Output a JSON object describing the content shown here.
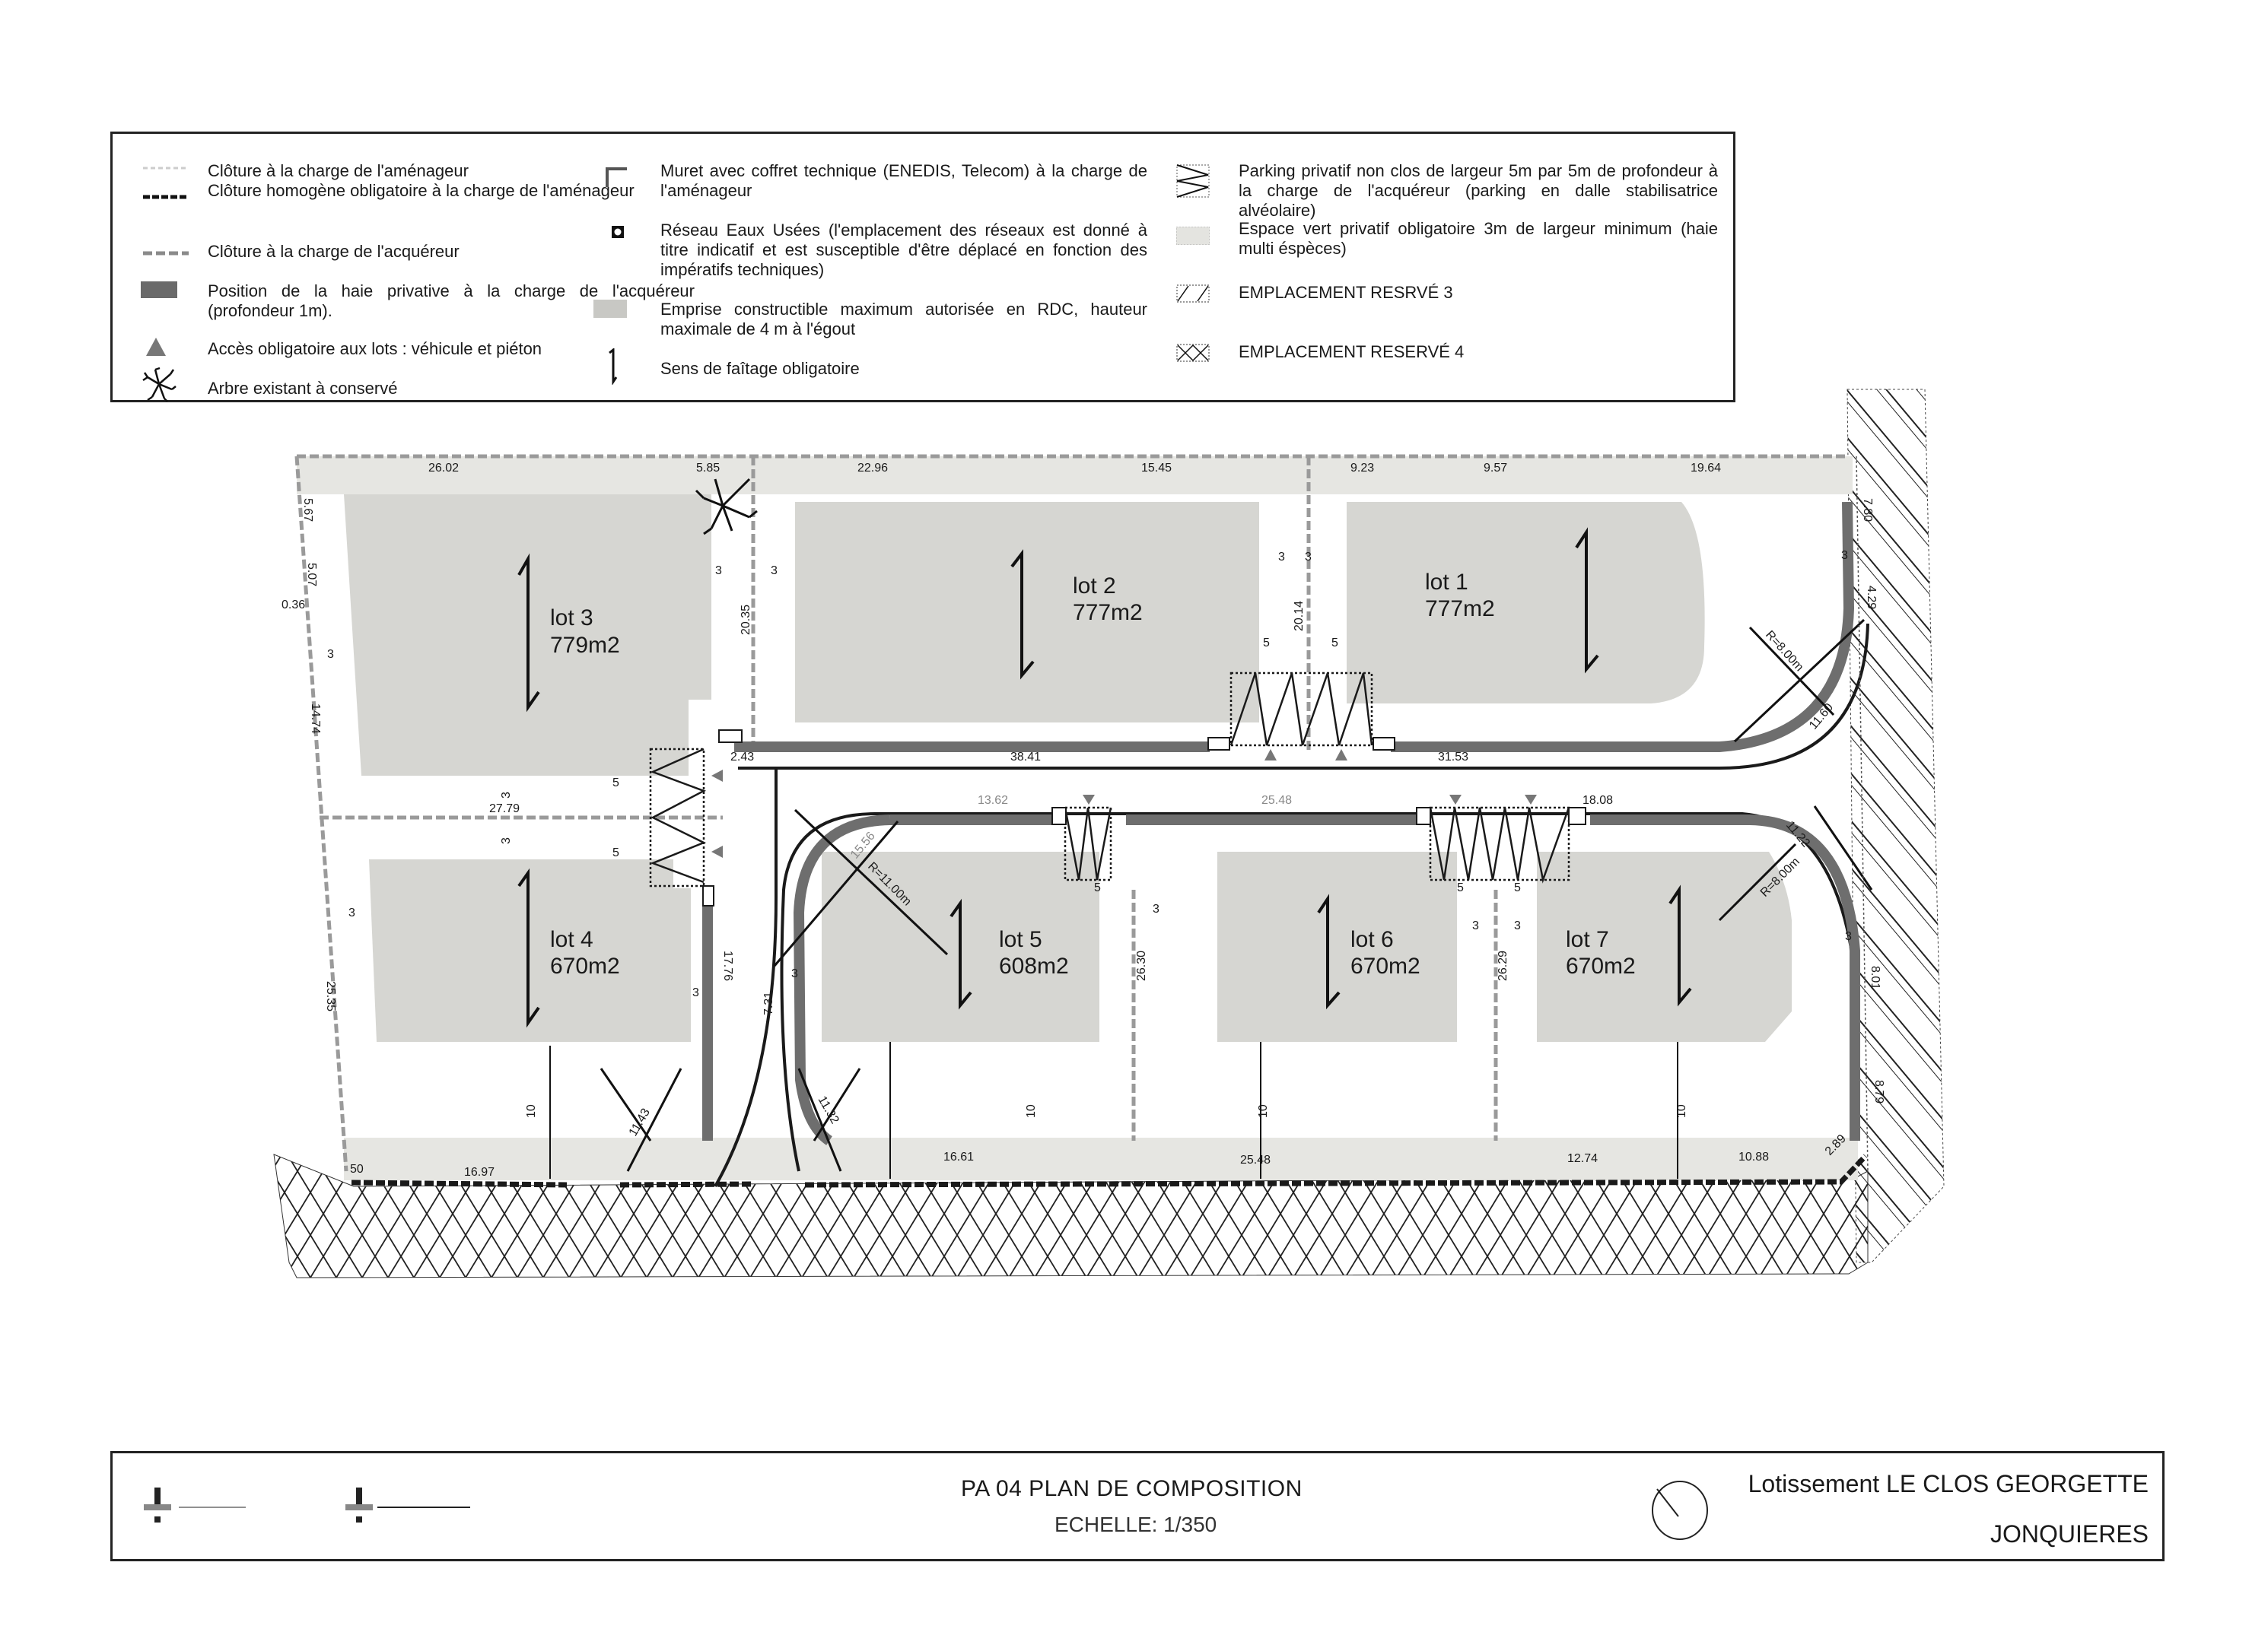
{
  "legend": {
    "items": [
      {
        "id": "cloture-amenageur",
        "symbol": "light-dashed-line-icon",
        "label": "Clôture à la charge de l'aménageur"
      },
      {
        "id": "cloture-homogene",
        "symbol": "black-dashed-line-icon",
        "label": "Clôture homogène obligatoire à la charge de l'aménageur"
      },
      {
        "id": "cloture-acquereur",
        "symbol": "grey-dashed-line-icon",
        "label": "Clôture  à la charge de l'acquéreur"
      },
      {
        "id": "haie-privative",
        "symbol": "dark-hatched-bar-icon",
        "label": "Position de la haie privative à la charge de l'acquéreur (profondeur 1m)."
      },
      {
        "id": "acces-lots",
        "symbol": "triangle-icon",
        "label": "Accès obligatoire aux lots : véhicule et piéton"
      },
      {
        "id": "arbre",
        "symbol": "tree-icon",
        "label": "Arbre existant à conservé"
      },
      {
        "id": "muret",
        "symbol": "corner-wall-icon",
        "label": "Muret avec coffret technique (ENEDIS, Telecom) à la charge de l'aménageur"
      },
      {
        "id": "eaux-usees",
        "symbol": "sewer-square-icon",
        "label": "Réseau Eaux Usées (l'emplacement des réseaux est donné à titre indicatif et est susceptible d'être déplacé en fonction des impératifs techniques)"
      },
      {
        "id": "emprise",
        "symbol": "grey-fill-box-icon",
        "label": "Emprise constructible maximum autorisée en RDC, hauteur maximale de 4 m à l'égout"
      },
      {
        "id": "faitage",
        "symbol": "ridge-direction-icon",
        "label": "Sens de faîtage obligatoire"
      },
      {
        "id": "parking",
        "symbol": "zigzag-parking-icon",
        "label": "Parking privatif non clos de largeur 5m par 5m de profondeur à la charge de l'acquéreur (parking en dalle stabilisatrice alvéolaire)"
      },
      {
        "id": "espace-vert",
        "symbol": "light-stipple-box-icon",
        "label": "Espace vert privatif obligatoire 3m de largeur minimum (haie multi éspèces)"
      },
      {
        "id": "er3",
        "symbol": "diagonal-hatch-box-icon",
        "label": "EMPLACEMENT RESRVÉ 3"
      },
      {
        "id": "er4",
        "symbol": "cross-hatch-box-icon",
        "label": "EMPLACEMENT RESERVÉ 4"
      }
    ]
  },
  "lots": [
    {
      "name": "lot 1",
      "area": "777m2"
    },
    {
      "name": "lot 2",
      "area": "777m2"
    },
    {
      "name": "lot 3",
      "area": "779m2"
    },
    {
      "name": "lot 4",
      "area": "670m2"
    },
    {
      "name": "lot 5",
      "area": "608m2"
    },
    {
      "name": "lot 6",
      "area": "670m2"
    },
    {
      "name": "lot 7",
      "area": "670m2"
    }
  ],
  "dimensions": {
    "top": [
      "26.02",
      "5.85",
      "22.96",
      "15.45",
      "9.23",
      "9.57",
      "19.64"
    ],
    "left": [
      "5.67",
      "5.07",
      "0.36",
      "14.74",
      "25.35"
    ],
    "right": [
      "7.80",
      "4.29",
      "8.01",
      "8.79"
    ],
    "bottom": [
      "50",
      "16.97",
      "16.61",
      "25.48",
      "12.74",
      "10.88",
      "2.89"
    ],
    "road": [
      "2.43",
      "38.41",
      "31.53",
      "27.79",
      "13.62",
      "25.48",
      "18.08",
      "17.76",
      "7.31",
      "26.30",
      "26.29",
      "20.35",
      "20.14"
    ],
    "radii": [
      "R=8.00m",
      "R=11.00m",
      "R=8.00m",
      "R=8.00m",
      "R=8.00m",
      "11.60",
      "15.56",
      "11.22",
      "11.43",
      "11.32"
    ],
    "setback_3": "3",
    "setback_5": "5",
    "setback_10": "10"
  },
  "title_block": {
    "title": "PA 04 PLAN DE COMPOSITION",
    "scale": "ECHELLE: 1/350",
    "project": "Lotissement LE CLOS GEORGETTE",
    "city": "JONQUIERES"
  },
  "colors": {
    "buildable": "#d6d6d2",
    "green_space": "#e6e6e2",
    "hedge": "#6e6e6e",
    "line": "#1a1a1a",
    "fence_grey": "#9a9a9a"
  }
}
